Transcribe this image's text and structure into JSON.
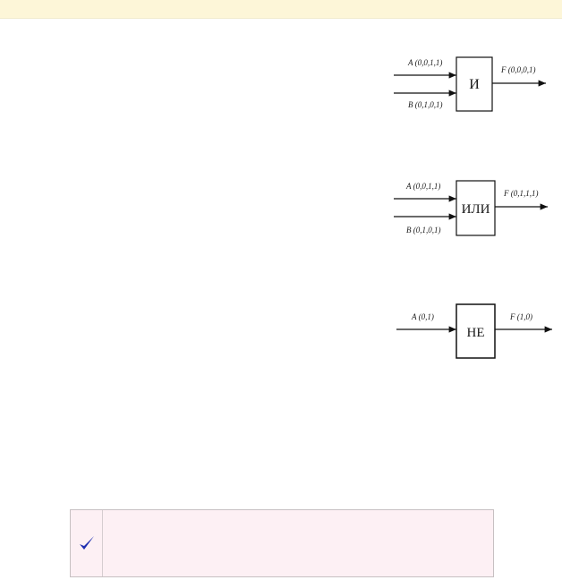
{
  "gates": [
    {
      "name": "И",
      "input_a": "A (0,0,1,1)",
      "input_b": "B (0,1,0,1)",
      "output": "F (0,0,0,1)"
    },
    {
      "name": "ИЛИ",
      "input_a": "A (0,0,1,1)",
      "input_b": "B (0,1,0,1)",
      "output": "F (0,1,1,1)"
    },
    {
      "name": "НЕ",
      "input_a": "A (0,1)",
      "output": "F (1,0)"
    }
  ],
  "note": {
    "icon": "checkmark-icon",
    "icon_color": "#1f2fb0",
    "text": ""
  },
  "colors": {
    "top_bar": "#fdf6d8",
    "note_background": "#fdf0f4"
  }
}
